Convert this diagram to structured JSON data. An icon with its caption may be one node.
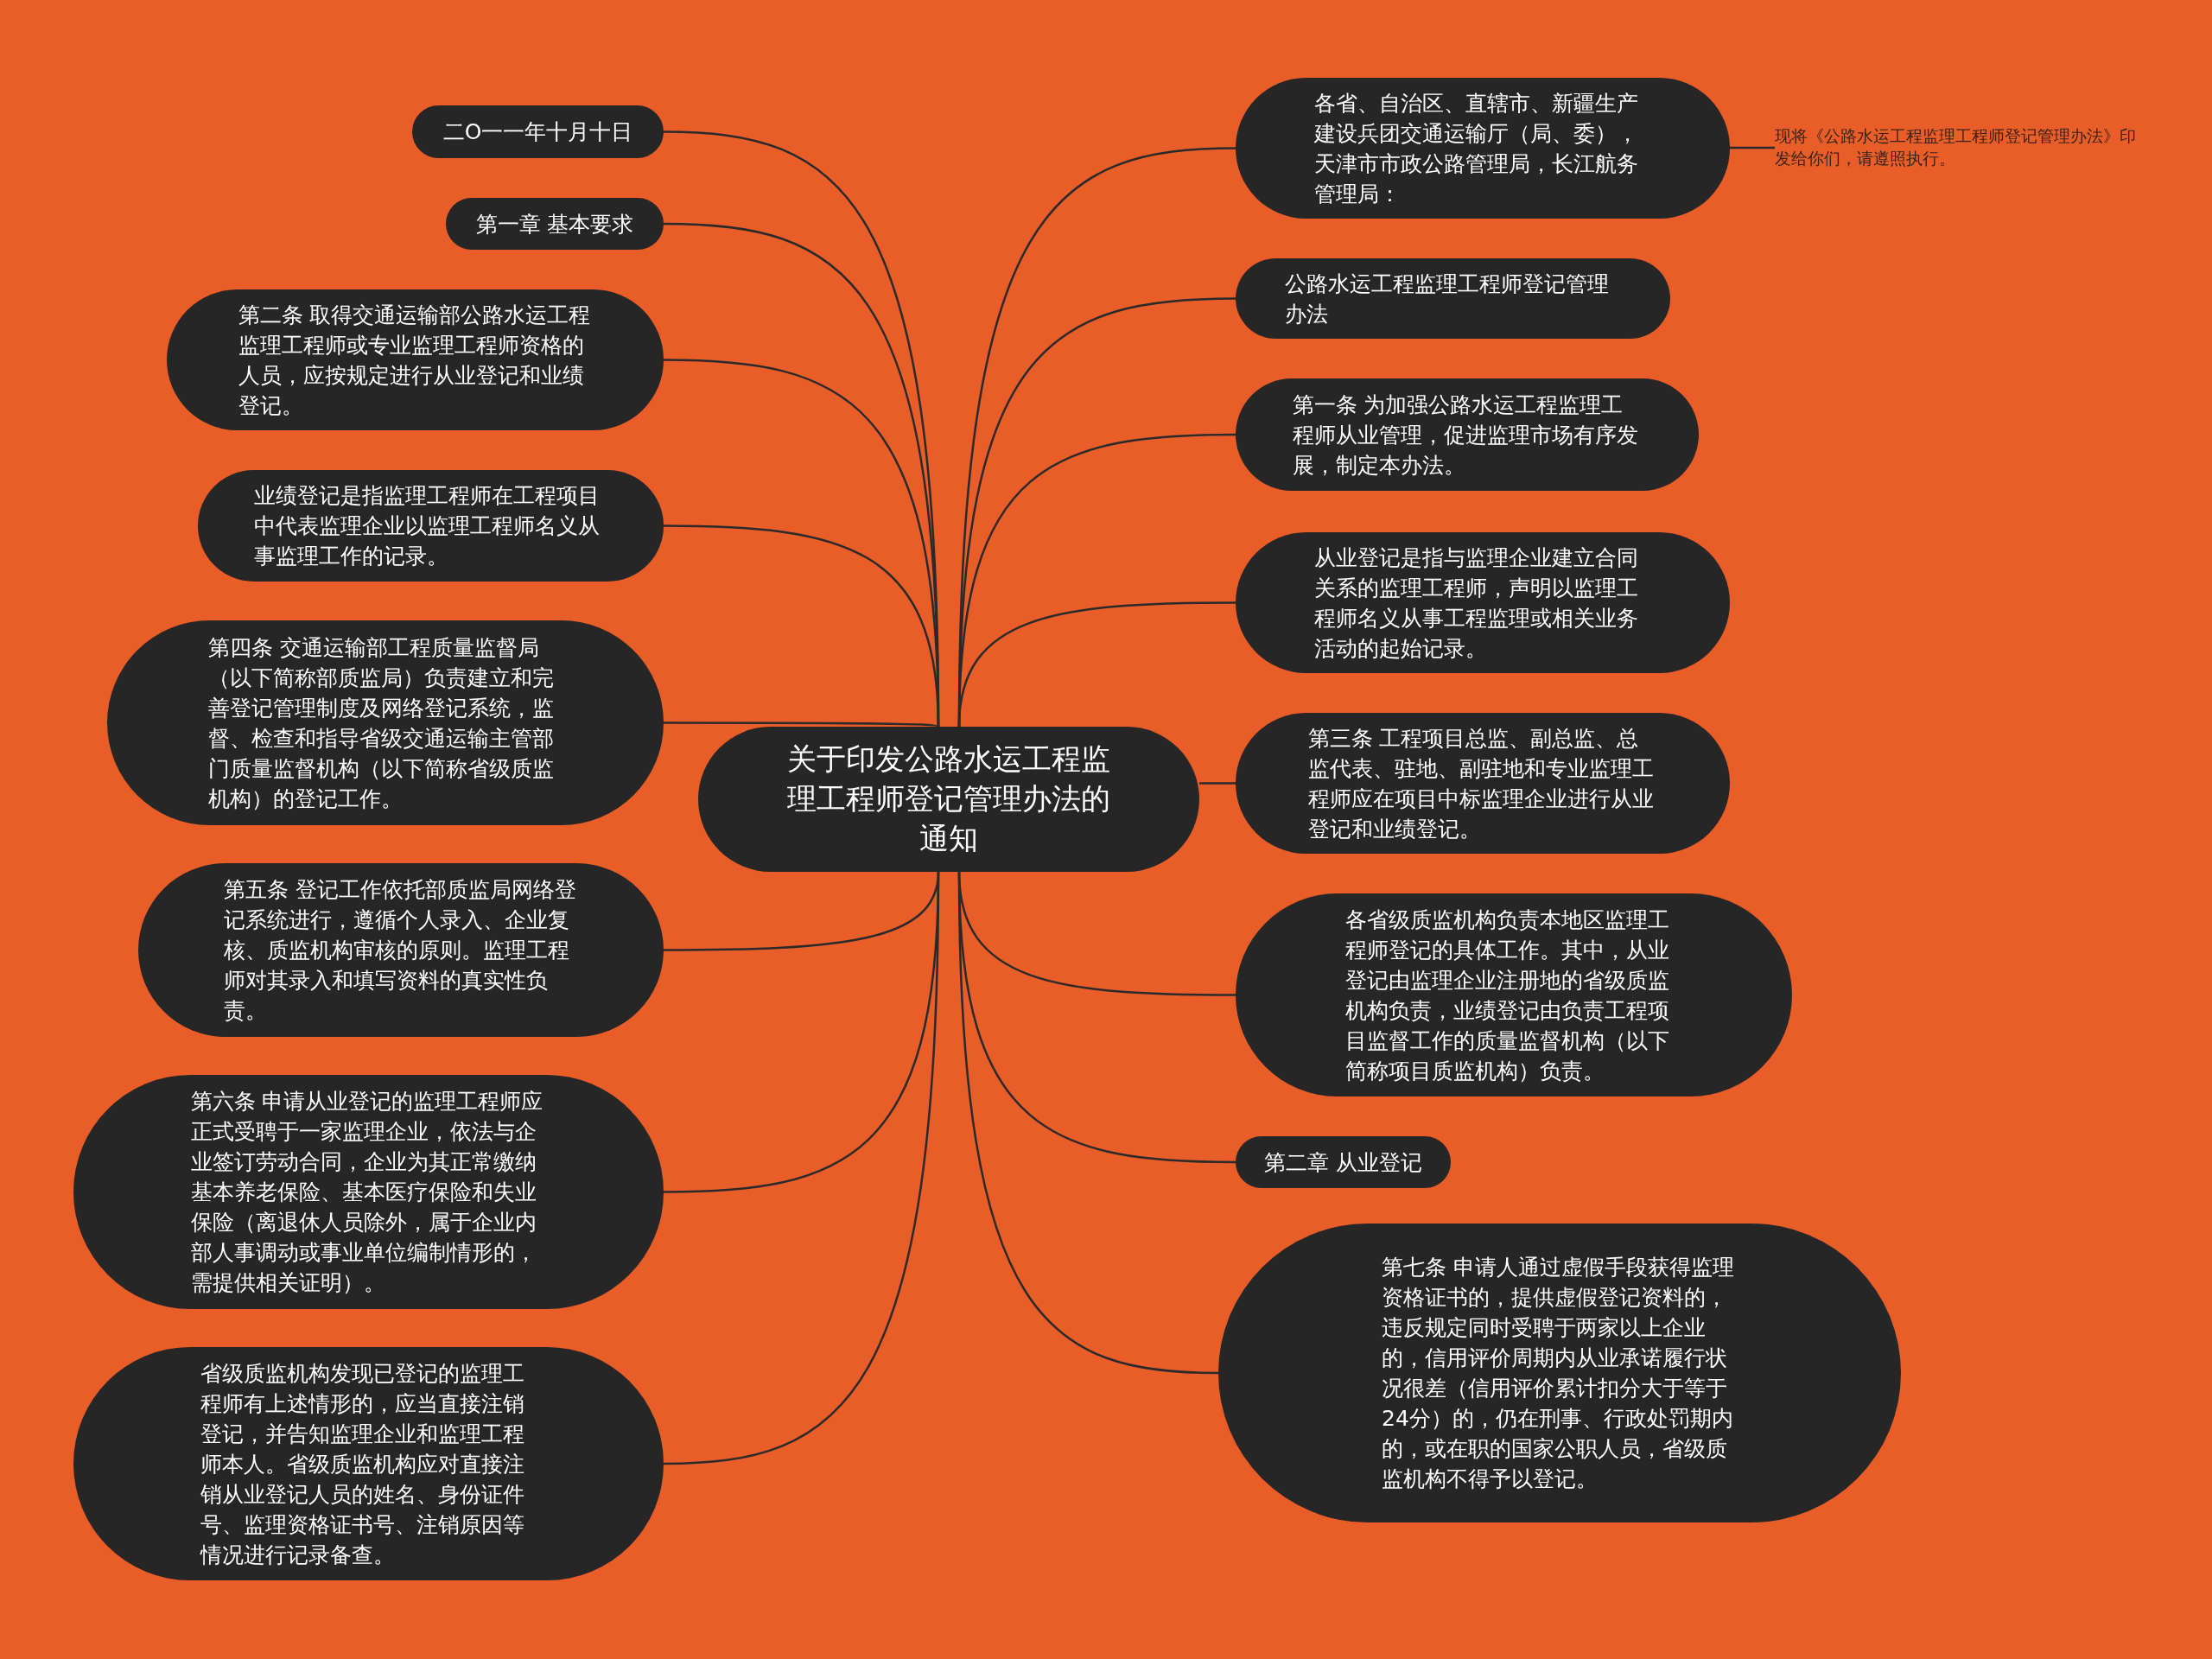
{
  "diagram": {
    "nodes": [
      {
        "text": [
          "关于印发公路水运工程监理工程师登记管理办法的通知"
        ]
      },
      {
        "text": [
          "二O一一年十月十日"
        ]
      },
      {
        "text": [
          "第一章 基本要求"
        ]
      },
      {
        "text": [
          "第二条 取得交通运输部公路水运工程监理工程师或专业监理工程师资格的人员，应按规定进行从业登记和业绩登记。"
        ]
      },
      {
        "text": [
          "业绩登记是指监理工程师在工程项目中代表监理企业以监理工程师名义从事监理工作的记录。"
        ]
      },
      {
        "text": [
          "第四条 交通运输部工程质量监督局（以下简称部质监局）负责建立和完善登记管理制度及网络登记系统，监督、检查和指导省级交通运输主管部门质量监督机构（以下简称省级质监机构）的登记工作。"
        ]
      },
      {
        "text": [
          "第五条 登记工作依托部质监局网络登记系统进行，遵循个人录入、企业复核、质监机构审核的原则。监理工程师对其录入和填写资料的真实性负责。"
        ]
      },
      {
        "text": [
          "第六条 申请从业登记的监理工程师应正式受聘于一家监理企业，依法与企业签订劳动合同，企业为其正常缴纳基本养老保险、基本医疗保险和失业保险（离退休人员除外，属于企业内部人事调动或事业单位编制情形的，需提供相关证明）。"
        ]
      },
      {
        "text": [
          "省级质监机构发现已登记的监理工程师有上述情形的，应当直接注销登记，并告知监理企业和监理工程师本人。省级质监机构应对直接注销从业登记人员的姓名、身份证件号、监理资格证书号、注销原因等情况进行记录备查。"
        ]
      },
      {
        "text": [
          "各省、自治区、直辖市、新疆生产建设兵团交通运输厅（局、委），天津市市政公路管理局，长江航务管理局："
        ]
      },
      {
        "text": [
          "现将《公路水运工程监理工程师登记管理办法》印发给你们，请遵照执行。"
        ]
      },
      {
        "text": [
          "公路水运工程监理工程师登记管理办法"
        ]
      },
      {
        "text": [
          "第一条 为加强公路水运工程监理工程师从业管理，促进监理市场有序发展，制定本办法。"
        ]
      },
      {
        "text": [
          "从业登记是指与监理企业建立合同关系的监理工程师，声明以监理工程师名义从事工程监理或相关业务活动的起始记录。"
        ]
      },
      {
        "text": [
          "第三条 工程项目总监、副总监、总监代表、驻地、副驻地和专业监理工程师应在项目中标监理企业进行从业登记和业绩登记。"
        ]
      },
      {
        "text": [
          "各省级质监机构负责本地区监理工程师登记的具体工作。其中，从业登记由监理企业注册地的省级质监机构负责，业绩登记由负责工程项目监督工作的质量监督机构（以下简称项目质监机构）负责。"
        ]
      },
      {
        "text": [
          "第二章 从业登记"
        ]
      },
      {
        "text": [
          "第七条 申请人通过虚假手段获得监理资格证书的，提供虚假登记资料的，违反规定同时受聘于两家以上企业的，信用评价周期内从业承诺履行状况很差（信用评价累计扣分大于等于24分）的，仍在刑事、行政处罚期内的，或在职的国家公职人员，省级质监机构不得予以登记。"
        ]
      }
    ],
    "edges": [
      {
        "from": 0,
        "to": 1,
        "arrow": "none"
      },
      {
        "from": 0,
        "to": 2,
        "arrow": "none"
      },
      {
        "from": 0,
        "to": 3,
        "arrow": "none"
      },
      {
        "from": 0,
        "to": 4,
        "arrow": "none"
      },
      {
        "from": 0,
        "to": 5,
        "arrow": "none"
      },
      {
        "from": 0,
        "to": 6,
        "arrow": "none"
      },
      {
        "from": 0,
        "to": 7,
        "arrow": "none"
      },
      {
        "from": 0,
        "to": 8,
        "arrow": "none"
      },
      {
        "from": 0,
        "to": 9,
        "arrow": "none"
      },
      {
        "from": 9,
        "to": 10,
        "arrow": "none"
      },
      {
        "from": 0,
        "to": 11,
        "arrow": "none"
      },
      {
        "from": 0,
        "to": 12,
        "arrow": "none"
      },
      {
        "from": 0,
        "to": 13,
        "arrow": "none"
      },
      {
        "from": 0,
        "to": 14,
        "arrow": "none"
      },
      {
        "from": 0,
        "to": 15,
        "arrow": "none"
      },
      {
        "from": 0,
        "to": 16,
        "arrow": "none"
      },
      {
        "from": 0,
        "to": 17,
        "arrow": "none"
      }
    ]
  }
}
